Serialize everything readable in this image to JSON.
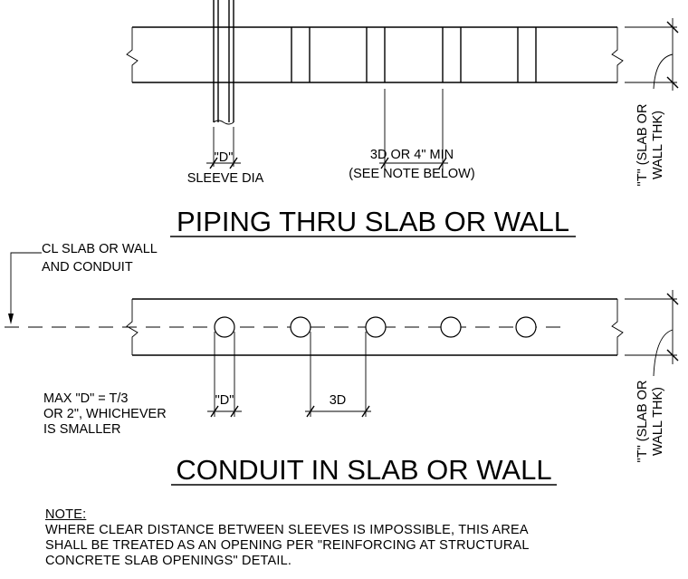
{
  "top_detail": {
    "title": "PIPING THRU SLAB OR WALL",
    "sleeve_dim": "\"D\"",
    "sleeve_label": "SLEEVE DIA",
    "spacing_line1": "3D OR 4\" MIN",
    "spacing_line2": "(SEE NOTE BELOW)",
    "thickness_line1": "\"T\" (SLAB OR",
    "thickness_line2": "WALL THK)"
  },
  "bottom_detail": {
    "title": "CONDUIT IN SLAB OR WALL",
    "cl_line1": "CL SLAB OR WALL",
    "cl_line2": "AND CONDUIT",
    "conduit_dim": "\"D\"",
    "spacing": "3D",
    "max_line1": "MAX \"D\" = T/3",
    "max_line2": "OR 2\", WHICHEVER",
    "max_line3": "IS SMALLER",
    "thickness_line1": "\"T\" (SLAB OR",
    "thickness_line2": "WALL THK)"
  },
  "note": {
    "heading": "NOTE:",
    "line1": "WHERE CLEAR DISTANCE BETWEEN SLEEVES IS IMPOSSIBLE, THIS AREA",
    "line2": "SHALL BE TREATED AS AN OPENING PER \"REINFORCING AT STRUCTURAL",
    "line3": "CONCRETE SLAB OPENINGS\" DETAIL."
  }
}
